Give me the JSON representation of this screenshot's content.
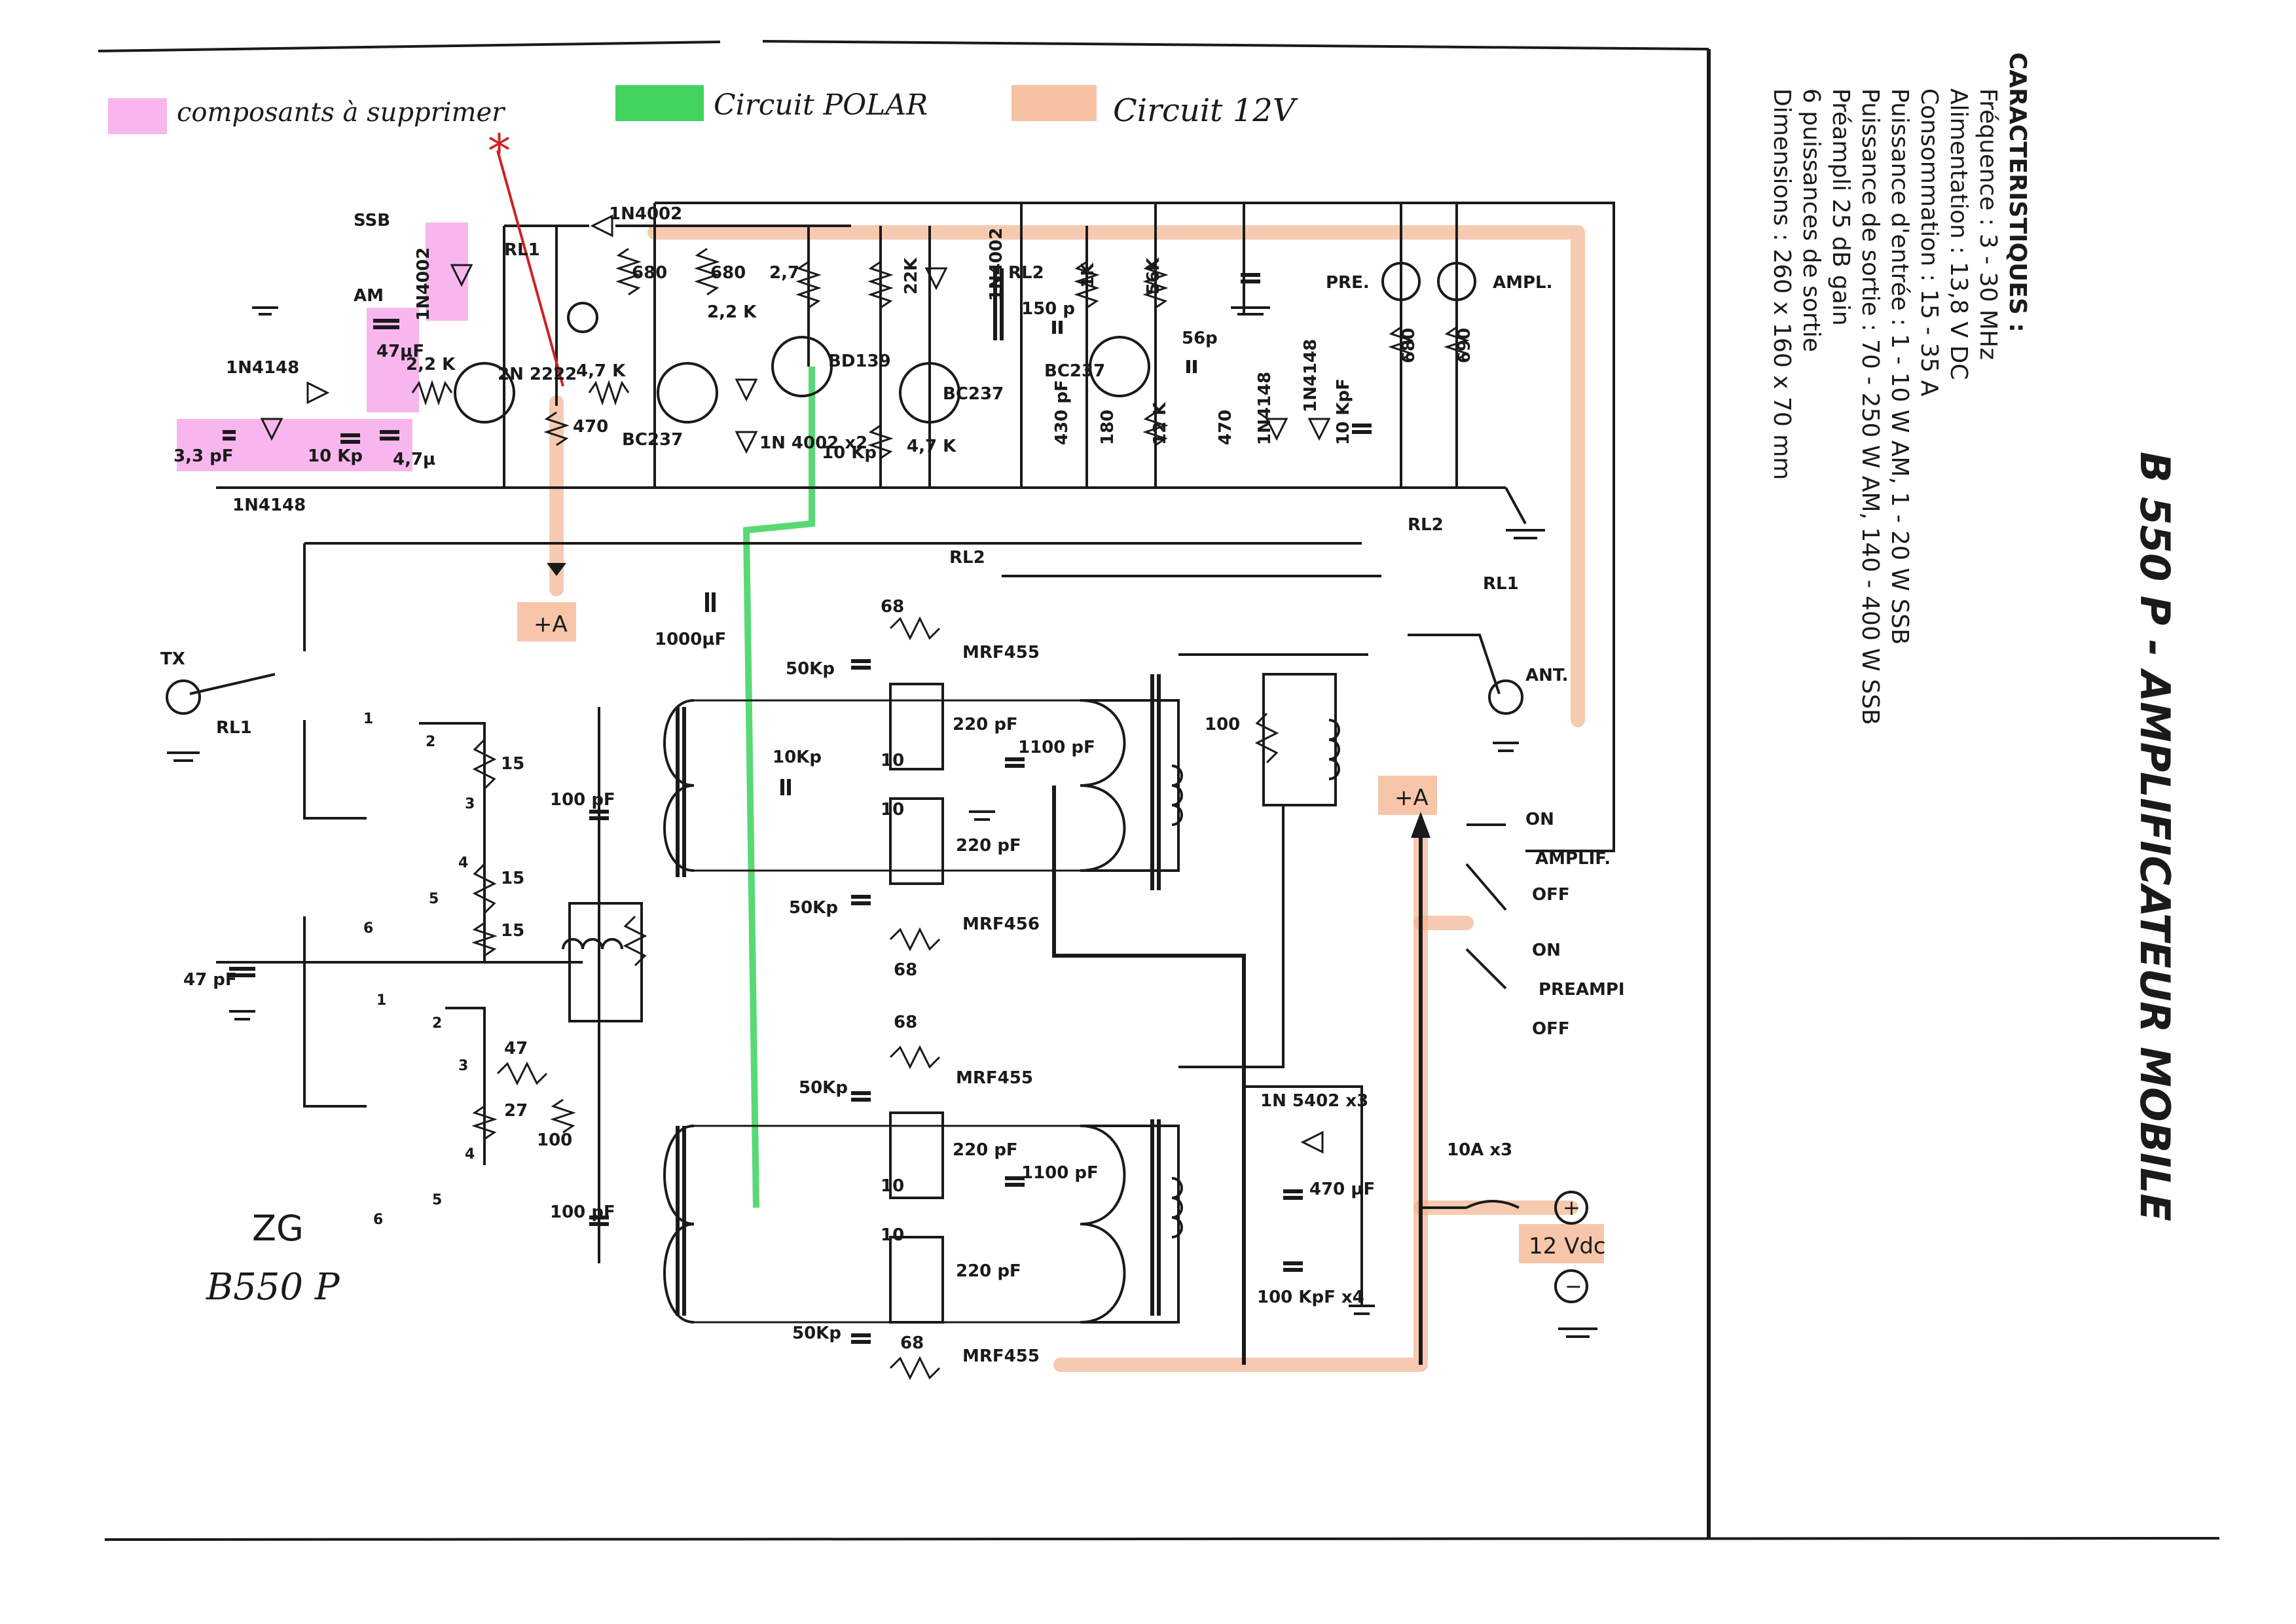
{
  "legend": {
    "remove": "composants à supprimer",
    "polar": "Circuit POLAR",
    "v12": "Circuit 12V"
  },
  "title": "B 550 P - AMPLIFICATEUR MOBILE",
  "specs": {
    "heading": "CARACTERISTIQUES :",
    "lines": [
      "Fréquence : 3 - 30 MHz",
      "Alimentation : 13,8 V DC",
      "Consommation : 15 - 35 A",
      "Puissance d'entrée : 1 - 10 W AM, 1 - 20 W SSB",
      "Puissance de sortie : 70 - 250 W AM, 140 - 400 W SSB",
      "Préampli 25 dB gain",
      "6 puissances de sortie",
      "Dimensions : 260 x 160 x 70 mm"
    ]
  },
  "stamp": {
    "line1": "ZG",
    "line2": "B550 P"
  },
  "components": {
    "ssb": "SSB",
    "am": "AM",
    "c47uf": "47µF",
    "d1n4002a": "1N4002",
    "rl1": "RL1",
    "d1n4002b": "1N4002",
    "r680a": "680",
    "r680b": "680",
    "r2k2": "2,2 K",
    "r27": "2,7",
    "r22k": "22K",
    "d1n4002c": "1N4002",
    "rl2": "RL2",
    "c150p": "150 p",
    "r1k": "1K",
    "r56k": "56K",
    "c56p": "56p",
    "pre": "PRE.",
    "ampl": "AMPL.",
    "r680c": "680",
    "r690": "690",
    "d1n4148a": "1N4148",
    "r2k2b": "2,2 K",
    "q2n2222": "2N 2222",
    "r4k7": "4,7 K",
    "bc237a": "BC237",
    "bd139": "BD139",
    "bc237b": "BC237",
    "bc237c": "BC237",
    "d1n4002x2": "1N 4002 x2",
    "r470a": "470",
    "r4k7b": "4,7 K",
    "c3p3": "3,3 pF",
    "c10kp": "10 Kp",
    "c4u7": "4,7µ",
    "d1n4148b": "1N4148",
    "c10kpb": "10 Kp",
    "c430p": "430 pF",
    "r180": "180",
    "r12k": "12 K",
    "r470b": "470",
    "d1n4148c": "1N4148",
    "d1n4148d": "1N4148",
    "c10kpc": "10 KpF",
    "plusA1": "+A",
    "c1000uf": "1000µF",
    "tx": "TX",
    "rl1b": "RL1",
    "rl2b": "RL2",
    "rl2c": "RL2",
    "rl1c": "RL1",
    "ant": "ANT.",
    "r68a": "68",
    "mrf455a": "MRF455",
    "c50kpa": "50Kp",
    "c10kpd": "10Kp",
    "r10a": "10",
    "r10b": "10",
    "c220a": "220 pF",
    "c220b": "220 pF",
    "c1100a": "1100 pF",
    "c50kpb": "50Kp",
    "mrf456": "MRF456",
    "r68b": "68",
    "r100": "100",
    "plusA2": "+A",
    "on1": "ON",
    "amplif": "AMPLIF.",
    "off1": "OFF",
    "on2": "ON",
    "preampli": "PREAMPI",
    "off2": "OFF",
    "r15a": "15",
    "r15b": "15",
    "r15c": "15",
    "c100pa": "100 pF",
    "c47p": "47 pF",
    "r47": "47",
    "r27b": "27",
    "r100b": "100",
    "c100pb": "100 pF",
    "r68c": "68",
    "mrf455b": "MRF455",
    "c50kpc": "50Kp",
    "r10c": "10",
    "r10d": "10",
    "c220c": "220 pF",
    "c220d": "220 pF",
    "c1100b": "1100 pF",
    "c50kpd": "50Kp",
    "r68d": "68",
    "mrf455c": "MRF455",
    "d1n5402": "1N 5402 x3",
    "c470": "470 µF",
    "c100kpf": "100 KpF x4",
    "fuse": "10A x3",
    "v12dc": "12 Vdc"
  }
}
